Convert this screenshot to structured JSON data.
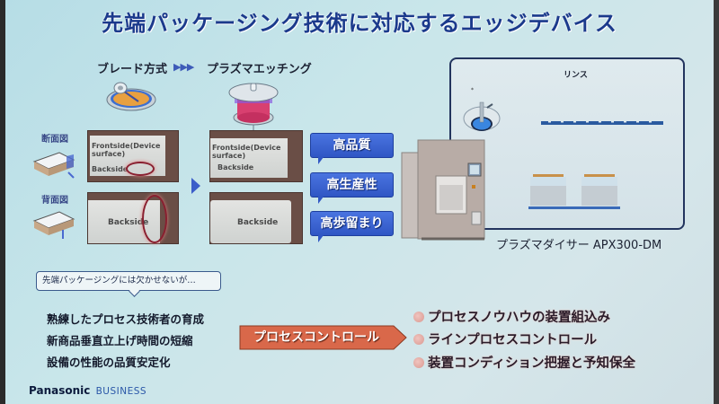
{
  "slide": {
    "title": "先端パッケージング技術に対応するエッジデバイス"
  },
  "comparison": {
    "method_before": "ブレード方式",
    "arrows": "▶▶▶",
    "method_after": "プラズマエッチング",
    "views": [
      {
        "label": "断面図"
      },
      {
        "label": "背面図"
      }
    ],
    "photos": {
      "frontside_label": "Frontside(Device surface)",
      "backside_label": "Backside"
    }
  },
  "benefits": [
    {
      "label": "高品質"
    },
    {
      "label": "高生産性"
    },
    {
      "label": "高歩留まり"
    }
  ],
  "rinse_panel": {
    "title": "リンス"
  },
  "product": {
    "model_label": "プラズマダイサー APX300-DM"
  },
  "challenges": {
    "note": "先端パッケージングには欠かせないが…",
    "items": [
      "熟練したプロセス技術者の育成",
      "新商品垂直立上げ時間の短縮",
      "設備の性能の品質安定化"
    ]
  },
  "solution": {
    "label": "プロセスコントロール",
    "features": [
      "プロセスノウハウの装置組込み",
      "ラインプロセスコントロール",
      "装置コンディション把握と予知保全"
    ]
  },
  "footer": {
    "brand": "Panasonic",
    "division": "BUSINESS"
  },
  "colors": {
    "title_blue": "#1b3a8c",
    "bubble_blue": "#3a63d2",
    "solution_orange": "#d9684a",
    "dot_pink": "#e0a8a2"
  }
}
